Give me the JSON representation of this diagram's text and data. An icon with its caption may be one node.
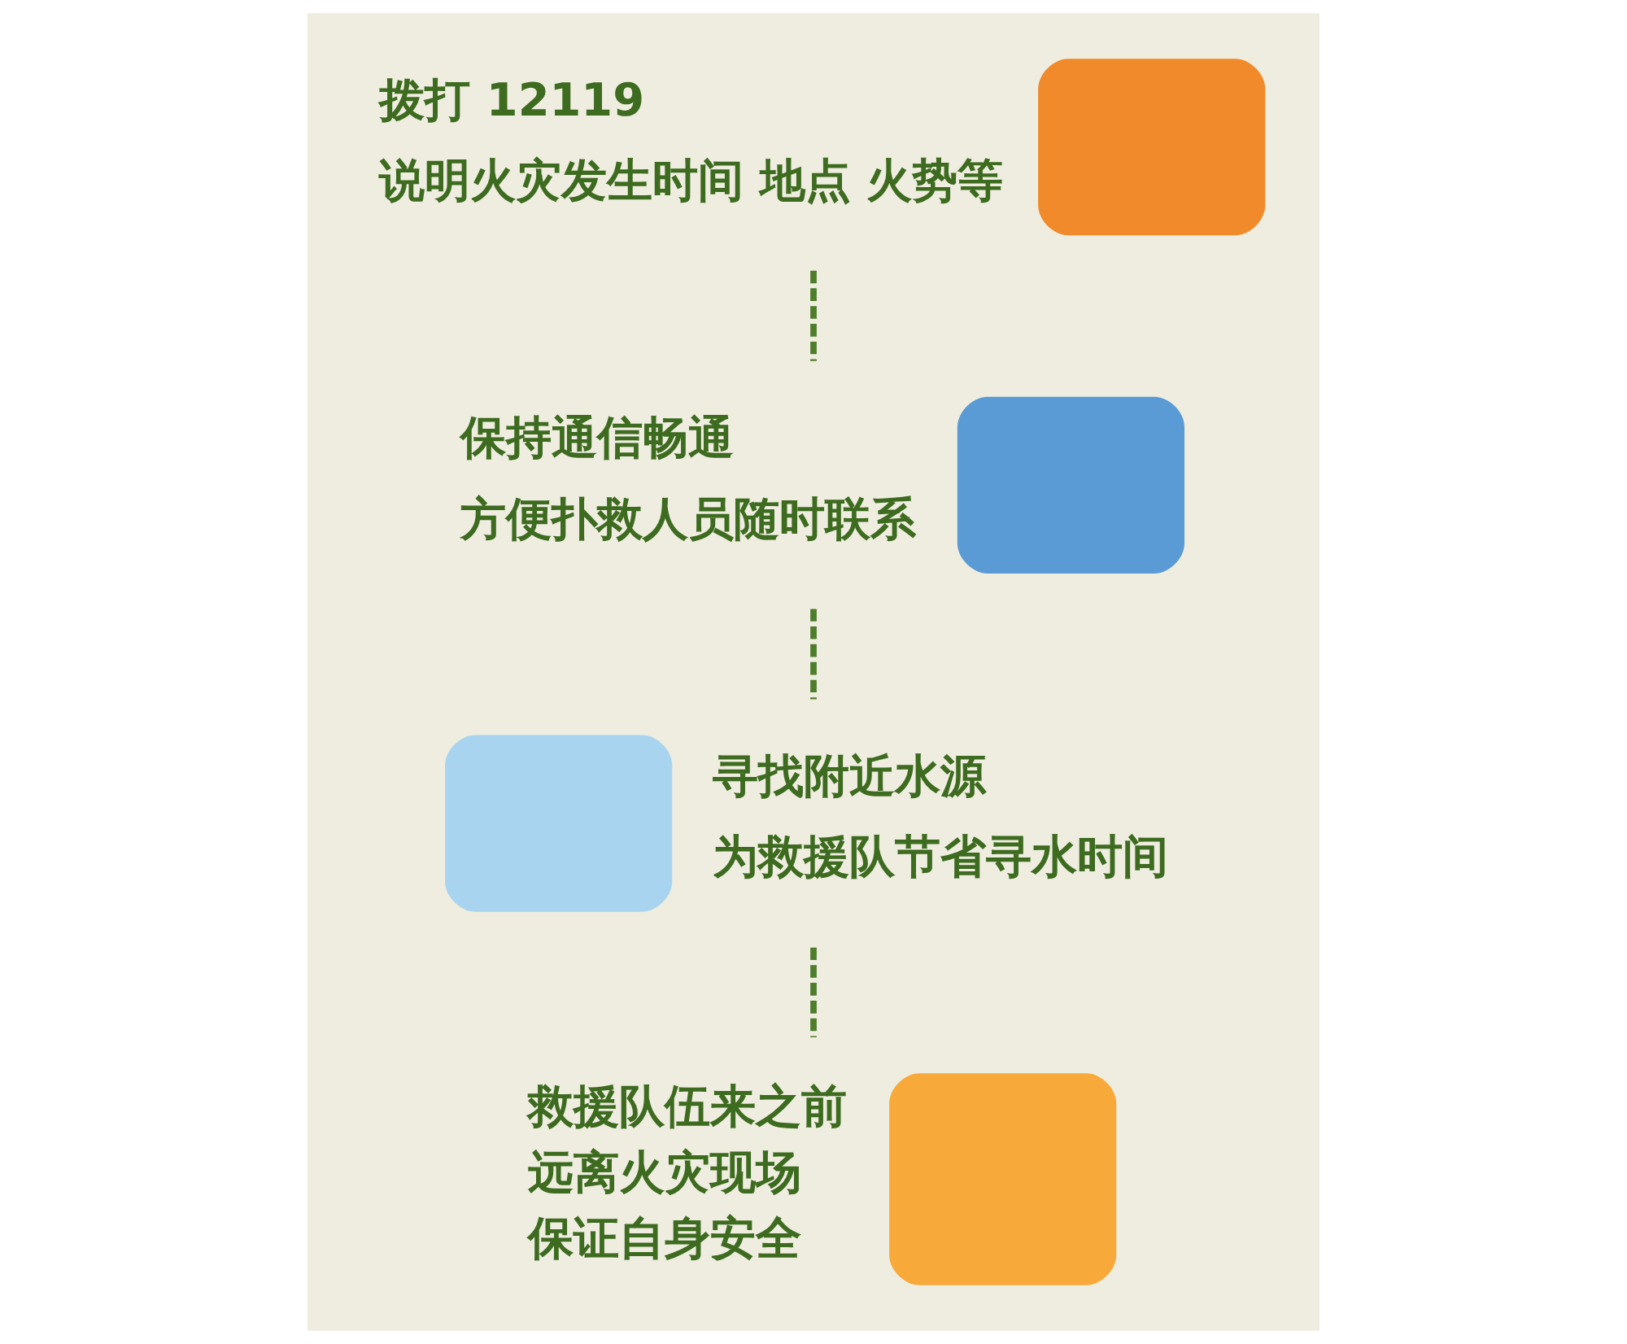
{
  "diagram": {
    "nodes": [
      {
        "text": [],
        "shape": "box",
        "beside": [
          "拨打 12119",
          "说明火灾发生时间 地点 火势等"
        ]
      },
      {
        "text": [],
        "shape": "box",
        "beside": [
          "保持通信畅通",
          "方便扑救人员随时联系"
        ]
      },
      {
        "text": [],
        "shape": "box",
        "beside": [
          "寻找附近水源",
          "为救援队节省寻水时间"
        ]
      },
      {
        "text": [],
        "shape": "box",
        "beside": [
          "救援队伍来之前",
          "远离火灾现场",
          "保证自身安全"
        ]
      }
    ],
    "edges": [
      {
        "from": 0,
        "to": 1,
        "arrow": "none",
        "style": "dashed"
      },
      {
        "from": 1,
        "to": 2,
        "arrow": "none",
        "style": "dashed"
      },
      {
        "from": 2,
        "to": 3,
        "arrow": "none",
        "style": "dashed"
      }
    ]
  }
}
